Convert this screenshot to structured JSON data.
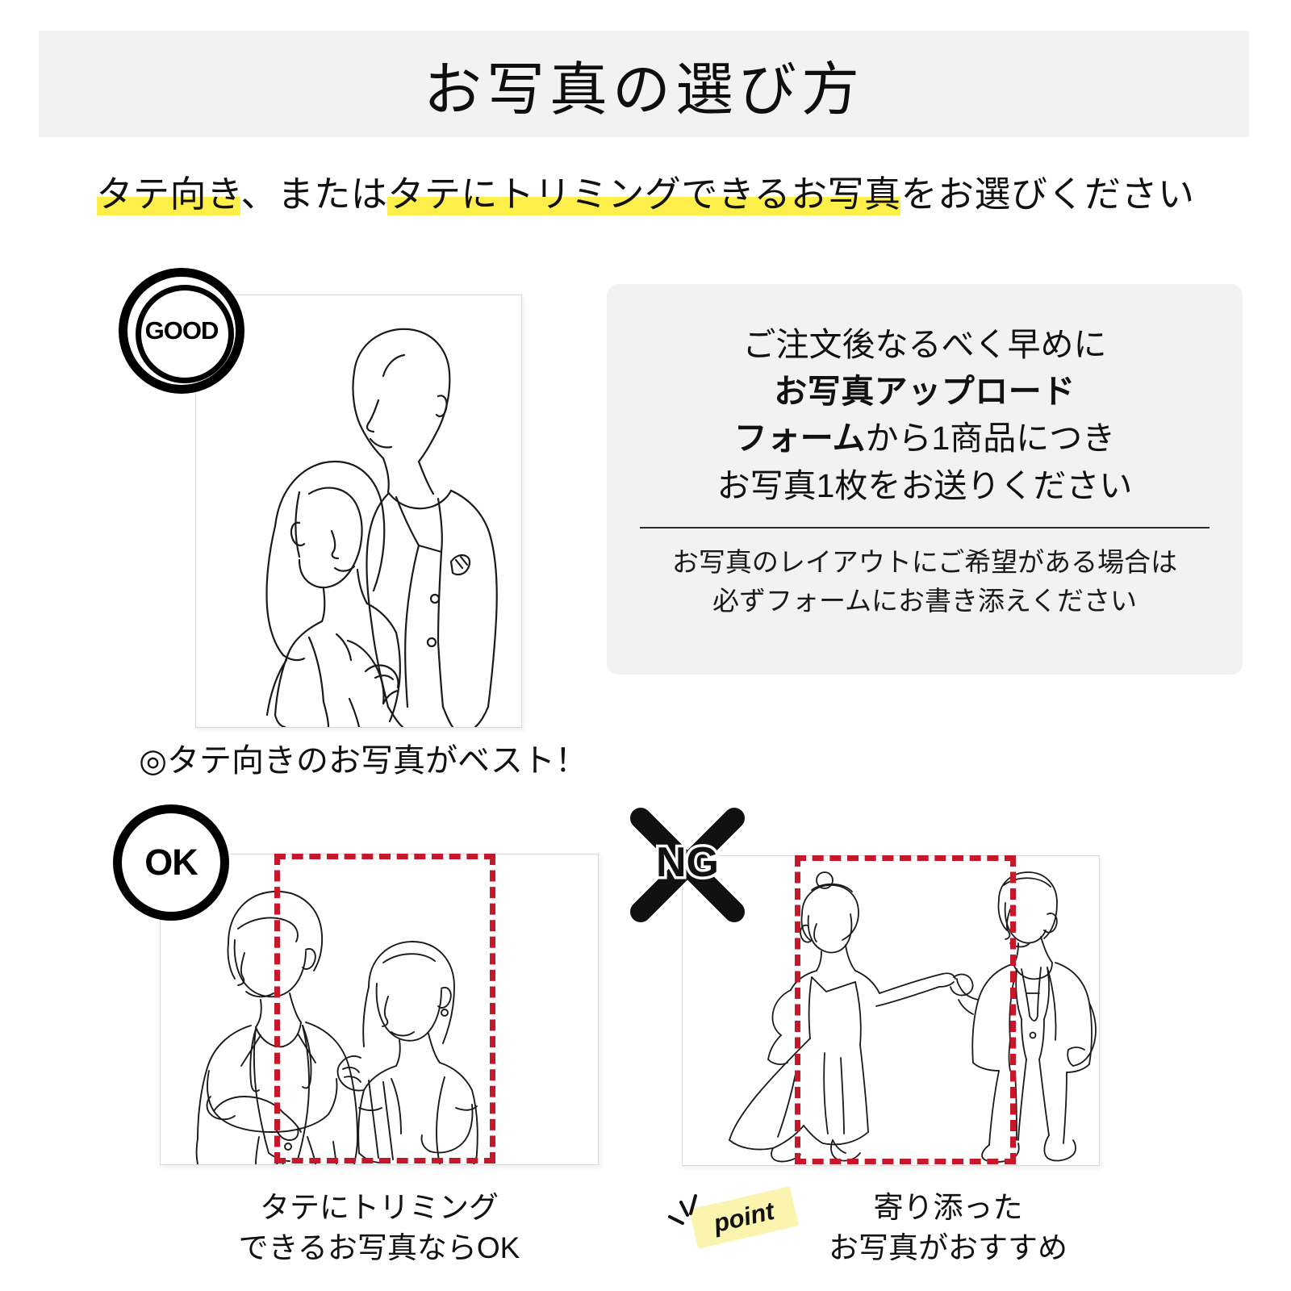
{
  "page": {
    "title": "お写真の選び方",
    "lead": {
      "part1_highlight": "タテ向き",
      "part2_plain": "、または",
      "part3_highlight": "タテにトリミングできるお写真",
      "part4_plain": "をお選びください"
    }
  },
  "good": {
    "badge_label": "GOOD",
    "caption": "◎タテ向きのお写真がベスト！",
    "illustration_name": "couple-portrait-line-art"
  },
  "info_box": {
    "line1": "ご注文後なるべく早めに",
    "line2": "お写真アップロード",
    "line3_bold": "フォーム",
    "line3_rest": "から1商品につき",
    "line4": "お写真1枚をお送りください",
    "sub_line1": "お写真のレイアウトにご希望がある場合は",
    "sub_line2": "必ずフォームにお書き添えください"
  },
  "ok": {
    "badge_label": "OK",
    "caption_line1": "タテにトリミング",
    "caption_line2": "できるお写真ならOK",
    "illustration_name": "couple-horizontal-line-art",
    "crop_guide_color": "#c7172b"
  },
  "ng": {
    "badge_label": "NG",
    "point_label": "point",
    "caption_line1": "寄り添った",
    "caption_line2": "お写真がおすすめ",
    "illustration_name": "couple-apart-line-art",
    "crop_guide_color": "#c7172b"
  },
  "colors": {
    "header_band": "#f2f2f2",
    "highlight": "#ffef4a",
    "point_tag": "#fbf4ae",
    "crop_red": "#c7172b"
  }
}
